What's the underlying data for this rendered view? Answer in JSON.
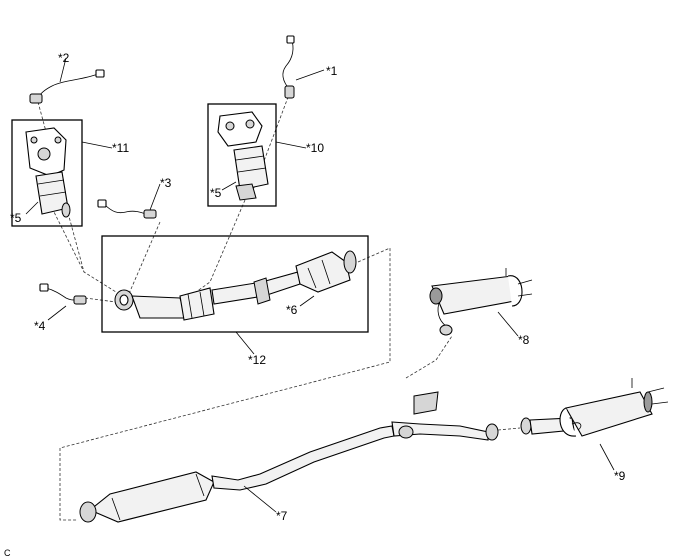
{
  "callouts": {
    "c1": "*1",
    "c2": "*2",
    "c3": "*3",
    "c4": "*4",
    "c5a": "*5",
    "c5b": "*5",
    "c6": "*6",
    "c7": "*7",
    "c8": "*8",
    "c9": "*9",
    "c10": "*10",
    "c11": "*11",
    "c12": "*12"
  },
  "corner_mark": "C"
}
